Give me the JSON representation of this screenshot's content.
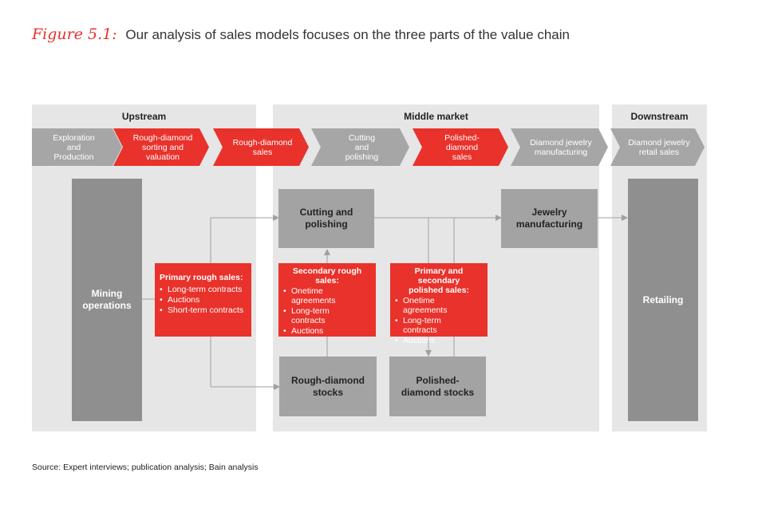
{
  "title": {
    "figure_label": "Figure 5.1:",
    "text": "Our analysis of sales models focuses on the three parts of the value chain"
  },
  "sections": {
    "upstream": "Upstream",
    "middle": "Middle market",
    "downstream": "Downstream"
  },
  "chevrons": [
    {
      "label": "Exploration\nand\nProduction",
      "highlight": false
    },
    {
      "label": "Rough-diamond\nsorting and\nvaluation",
      "highlight": true
    },
    {
      "label": "Rough-diamond\nsales",
      "highlight": true
    },
    {
      "label": "Cutting\nand\npolishing",
      "highlight": false
    },
    {
      "label": "Polished-\ndiamond\nsales",
      "highlight": true
    },
    {
      "label": "Diamond jewelry\nmanufacturing",
      "highlight": false
    },
    {
      "label": "Diamond jewelry\nretail sales",
      "highlight": false
    }
  ],
  "nodes": {
    "mining": "Mining\noperations",
    "cutting": "Cutting and\npolishing",
    "jewelry": "Jewelry\nmanufacturing",
    "retailing": "Retailing",
    "rough_stocks": "Rough-diamond\nstocks",
    "polished_stocks": "Polished-\ndiamond stocks"
  },
  "sales_boxes": {
    "primary_rough": {
      "title": "Primary rough sales:",
      "items": [
        "Long-term contracts",
        "Auctions",
        "Short-term contracts"
      ]
    },
    "secondary_rough": {
      "title": "Secondary rough\nsales:",
      "items": [
        "Onetime\nagreements",
        "Long-term\ncontracts",
        "Auctions"
      ]
    },
    "primary_secondary_polished": {
      "title": "Primary and secondary\npolished sales:",
      "items": [
        "Onetime\nagreements",
        "Long-term\ncontracts",
        "Auctions"
      ]
    }
  },
  "colors": {
    "accent_red": "#e8322b",
    "chevron_gray": "#a6a6a6",
    "panel_gray": "#e6e6e6",
    "dark_box": "#8f8f8f",
    "light_box": "#a3a3a3"
  },
  "source": "Source:  Expert interviews; publication analysis; Bain analysis"
}
